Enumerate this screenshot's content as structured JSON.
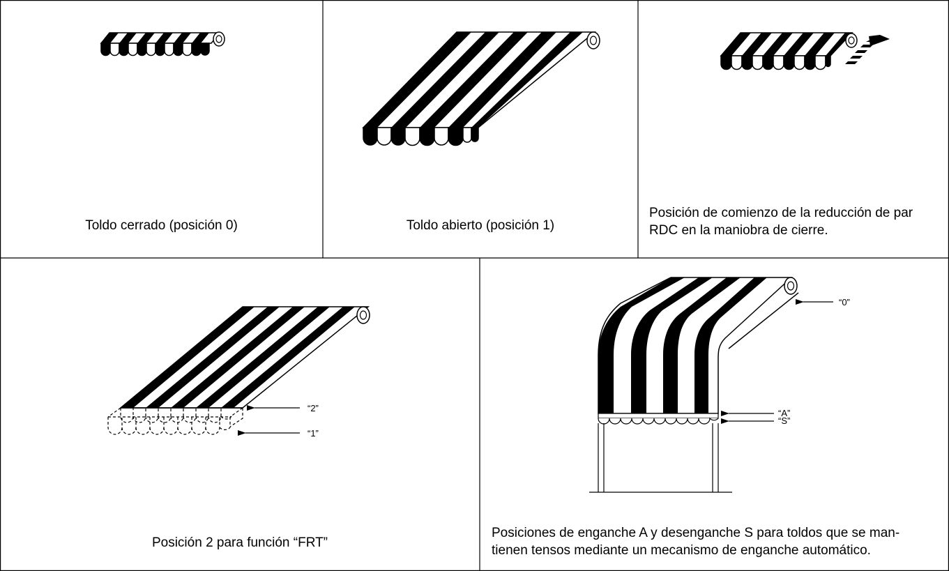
{
  "panels": {
    "closed": {
      "caption": "Toldo cerrado (posición 0)"
    },
    "open": {
      "caption": "Toldo abierto (posición 1)"
    },
    "rdc": {
      "caption_line1": "Posición de comienzo de la reducción de par",
      "caption_line2": "RDC en la maniobra de cierre."
    },
    "frt": {
      "caption": "Posición 2 para función “FRT”",
      "label_2": "“2”",
      "label_1": "“1”"
    },
    "lock": {
      "caption_line1": "Posiciones de enganche A y desenganche S para toldos que se man-",
      "caption_line2": "tienen tensos mediante un mecanismo de enganche automático.",
      "label_0": "“0”",
      "label_A": "“A”",
      "label_S": "“S”"
    }
  },
  "colors": {
    "ink": "#000000",
    "paper": "#ffffff"
  }
}
